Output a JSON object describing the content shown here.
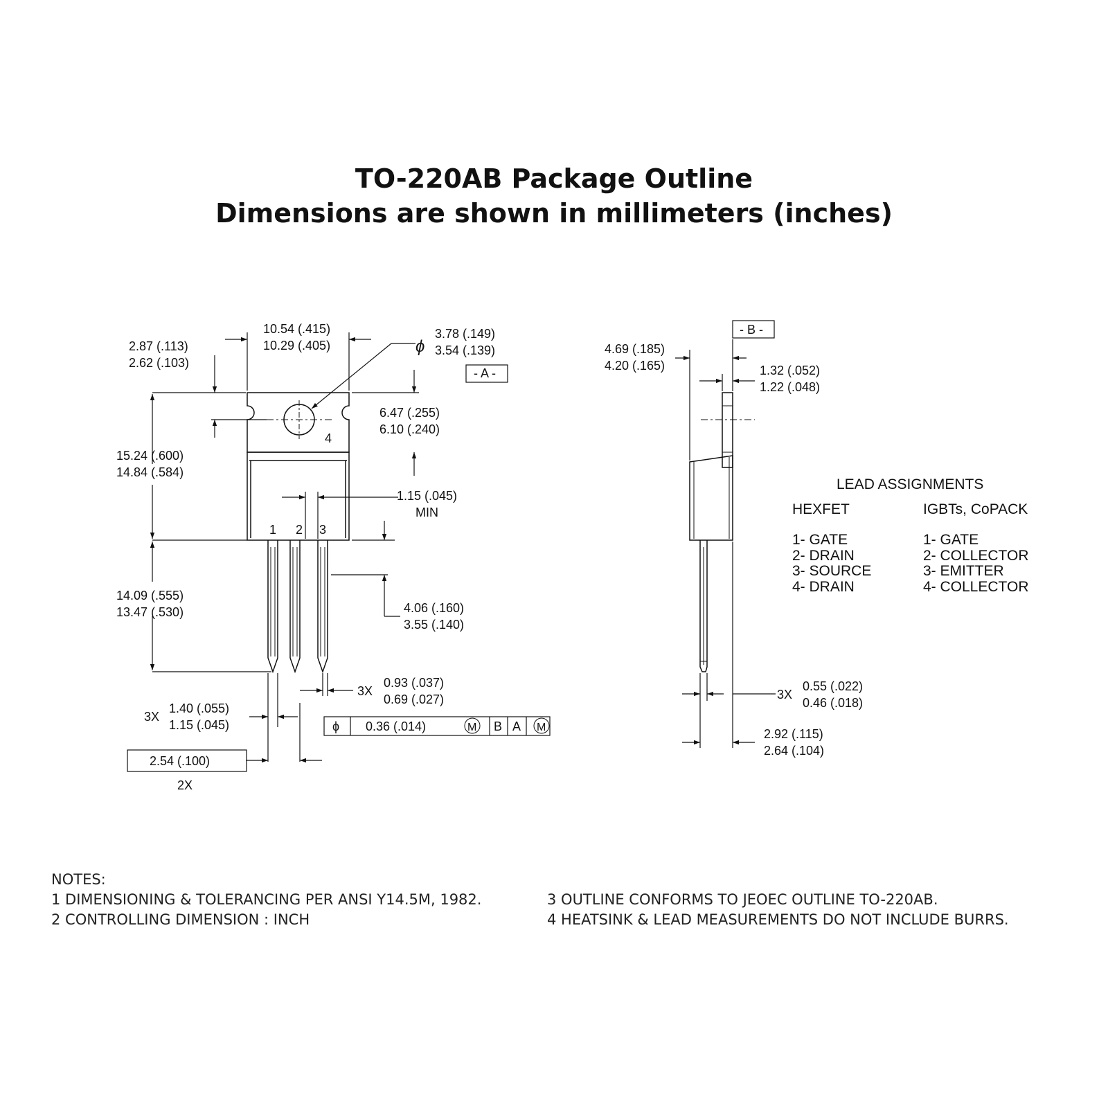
{
  "title": {
    "line1": "TO-220AB Package Outline",
    "line2": "Dimensions are shown in millimeters (inches)"
  },
  "front_view": {
    "width_dim": [
      "10.54 (.415)",
      "10.29 (.405)"
    ],
    "tab_top_dim": [
      "2.87 (.113)",
      "2.62 (.103)"
    ],
    "hole_dim": [
      "3.78 (.149)",
      "3.54 (.139)"
    ],
    "diameter_symbol": "ϕ",
    "datum_a": "- A -",
    "hole_offset_dim": [
      "6.47 (.255)",
      "6.10 (.240)"
    ],
    "pin4_label": "4",
    "body_height_dim": [
      "15.24 (.600)",
      "14.84 (.584)"
    ],
    "lead_gap_dim": [
      "1.15 (.045)",
      "MIN"
    ],
    "pin_labels": [
      "1",
      "2",
      "3"
    ],
    "lead_length_dim": [
      "14.09 (.555)",
      "13.47 (.530)"
    ],
    "lead_shoulder_dim": [
      "4.06 (.160)",
      "3.55 (.140)"
    ],
    "lead_width_dim": {
      "count": "3X",
      "values": [
        "0.93 (.037)",
        "0.69 (.027)"
      ]
    },
    "lead_thick_dim": {
      "count": "3X",
      "values": [
        "1.40 (.055)",
        "1.15 (.045)"
      ]
    },
    "pitch_dim": {
      "value": "2.54 (.100)",
      "count": "2X"
    },
    "tolerance_frame": [
      "ϕ",
      "0.36 (.014)",
      "M",
      "B",
      "A",
      "M"
    ]
  },
  "side_view": {
    "datum_b": "- B -",
    "thickness_dim": [
      "4.69 (.185)",
      "4.20 (.165)"
    ],
    "tab_thickness_dim": [
      "1.32 (.052)",
      "1.22 (.048)"
    ],
    "lead_thickness_dim": {
      "count": "3X",
      "values": [
        "0.55 (.022)",
        "0.46 (.018)"
      ]
    },
    "lead_offset_dim": [
      "2.92 (.115)",
      "2.64 (.104)"
    ]
  },
  "lead_assignments": {
    "heading": "LEAD ASSIGNMENTS",
    "columns": [
      {
        "header": "HEXFET",
        "items": [
          "1- GATE",
          "2- DRAIN",
          "3- SOURCE",
          "4- DRAIN"
        ]
      },
      {
        "header": "IGBTs, CoPACK",
        "items": [
          "1- GATE",
          "2- COLLECTOR",
          "3- EMITTER",
          "4- COLLECTOR"
        ]
      }
    ]
  },
  "notes": {
    "heading": "NOTES:",
    "left": [
      "1 DIMENSIONING & TOLERANCING PER ANSI Y14.5M, 1982.",
      "2 CONTROLLING DIMENSION : INCH"
    ],
    "right": [
      "3 OUTLINE CONFORMS TO JEOEC OUTLINE TO-220AB.",
      "4 HEATSINK & LEAD MEASUREMENTS DO NOT INCLUDE BURRS."
    ]
  }
}
